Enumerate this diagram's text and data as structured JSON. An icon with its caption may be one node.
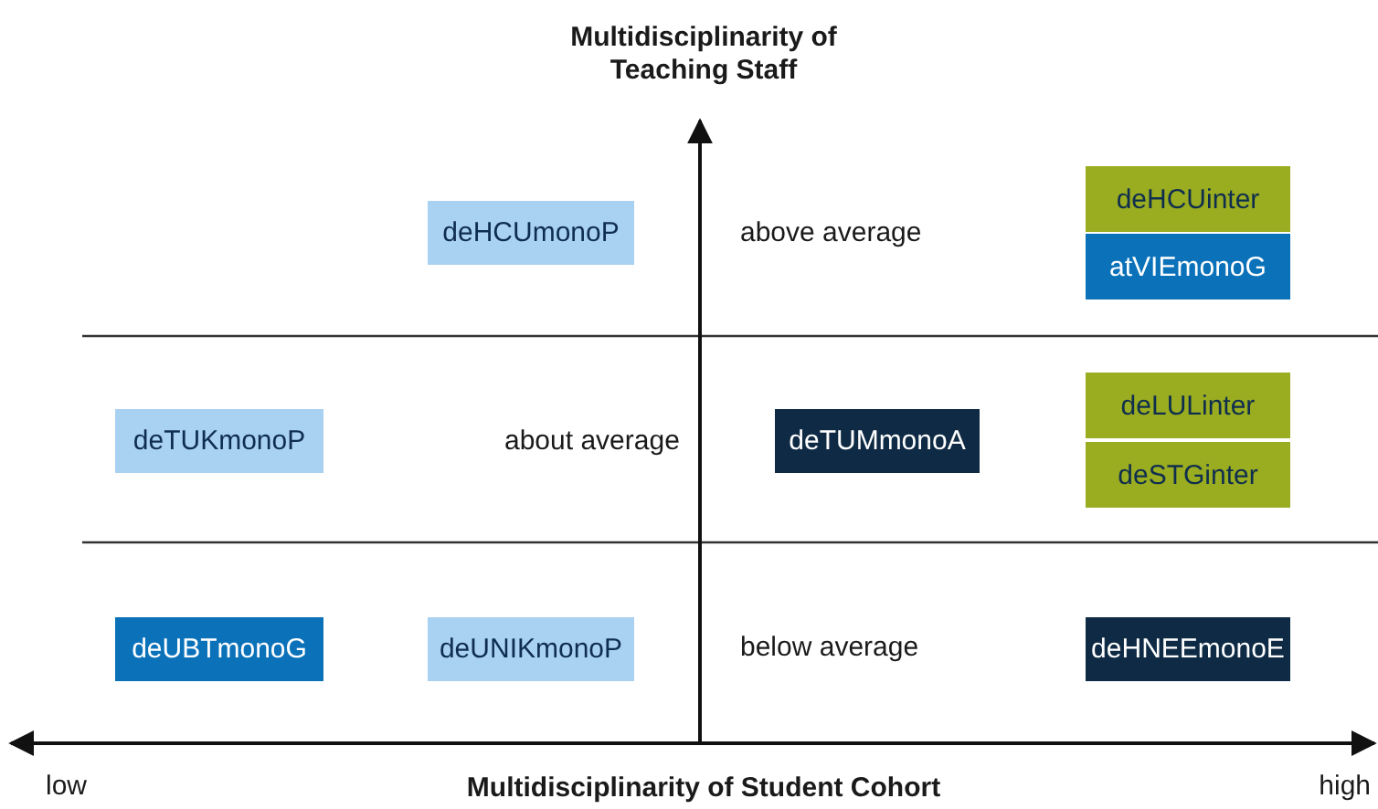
{
  "diagram": {
    "nodes": [
      {
        "text": [
          "deHCUmonoP"
        ]
      },
      {
        "text": [
          "deHCUinter"
        ]
      },
      {
        "text": [
          "atVIEmonoG"
        ]
      },
      {
        "text": [
          "deTUKmonoP"
        ]
      },
      {
        "text": [
          "deTUMmonoA"
        ]
      },
      {
        "text": [
          "deLULinter"
        ]
      },
      {
        "text": [
          "deSTGinter"
        ]
      },
      {
        "text": [
          "deUBTmonoG"
        ]
      },
      {
        "text": [
          "deUNIKmonoP"
        ]
      },
      {
        "text": [
          "deHNEEmonoE"
        ]
      }
    ],
    "labels": [
      "Multidisciplinarity of Teaching Staff",
      "above average",
      "about average",
      "below average",
      "low",
      "Multidisciplinarity of Student Cohort",
      "high"
    ]
  }
}
